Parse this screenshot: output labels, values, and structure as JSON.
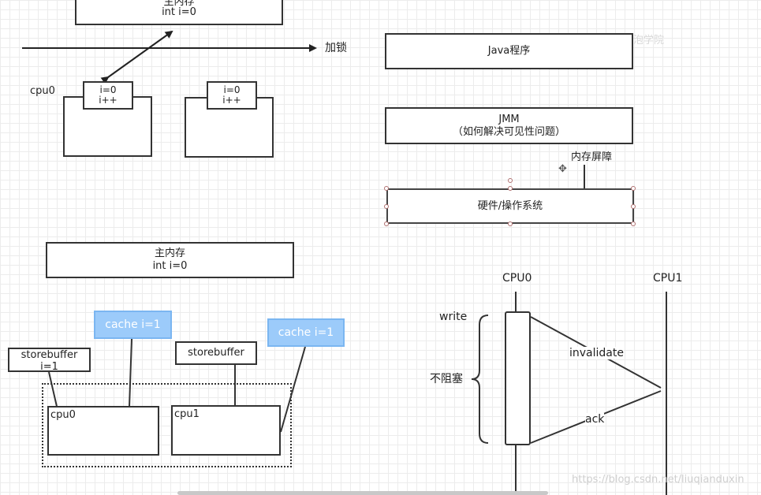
{
  "top_left": {
    "main_memory_line1": "主内存",
    "main_memory_line2": "int i=0",
    "lock_label": "加锁",
    "cpu0_label": "cpu0",
    "cache0_line1": "i=0",
    "cache0_line2": "i++",
    "cache1_line1": "i=0",
    "cache1_line2": "i++"
  },
  "top_right": {
    "java_program": "Java程序",
    "jmm_line1": "JMM",
    "jmm_line2": "（如何解决可见性问题）",
    "memory_barrier": "内存屏障",
    "hardware_os": "硬件/操作系统"
  },
  "bottom_left": {
    "main_memory_line1": "主内存",
    "main_memory_line2": "int i=0",
    "cache_left": "cache i=1",
    "cache_right": "cache i=1",
    "storebuffer_left_line1": "storebuffer",
    "storebuffer_left_line2": "i=1",
    "storebuffer_right": "storebuffer",
    "cpu0": "cpu0",
    "cpu1": "cpu1"
  },
  "bottom_right": {
    "cpu0": "CPU0",
    "cpu1": "CPU1",
    "write": "write",
    "non_blocking": "不阻塞",
    "invalidate": "invalidate",
    "ack": "ack"
  },
  "watermarks": {
    "top": "咕泡学院",
    "bottom": "https://blog.csdn.net/liuqianduxin"
  },
  "colors": {
    "stroke": "#333333",
    "cache_fill": "#9ccbfa",
    "cache_border": "#7bb6f1",
    "grid": "#ececec"
  }
}
